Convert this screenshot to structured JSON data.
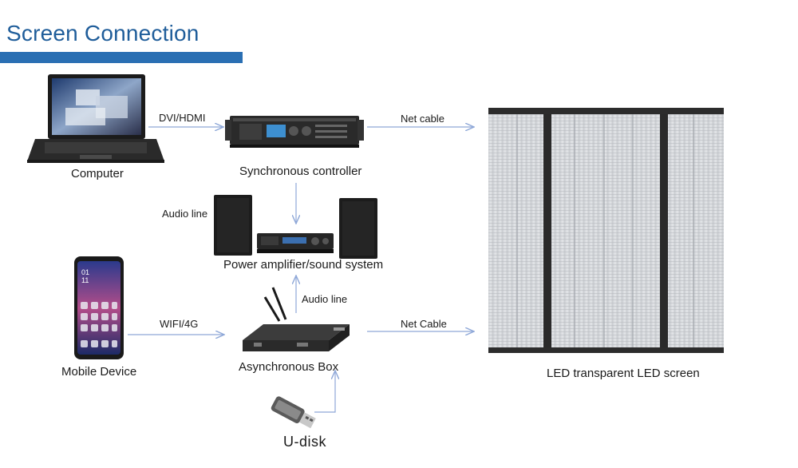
{
  "title": "Screen Connection",
  "labels": {
    "computer": "Computer",
    "sync_controller": "Synchronous controller",
    "power_amp": "Power amplifier/sound system",
    "mobile_device": "Mobile Device",
    "async_box": "Asynchronous Box",
    "u_disk": "U-disk",
    "led_screen": "LED transparent LED screen"
  },
  "edges": {
    "dvi_hdmi": "DVI/HDMI",
    "net_cable_top": "Net cable",
    "audio_line_left": "Audio line",
    "audio_line_center": "Audio line",
    "wifi_4g": "WIFI/4G",
    "net_cable_bottom": "Net Cable"
  },
  "phone_screen": {
    "time_hour": "01",
    "time_min": "11"
  },
  "colors": {
    "title": "#1f5d9a",
    "title_bar": "#2a6fb3",
    "arrow": "#8fa8d8"
  }
}
